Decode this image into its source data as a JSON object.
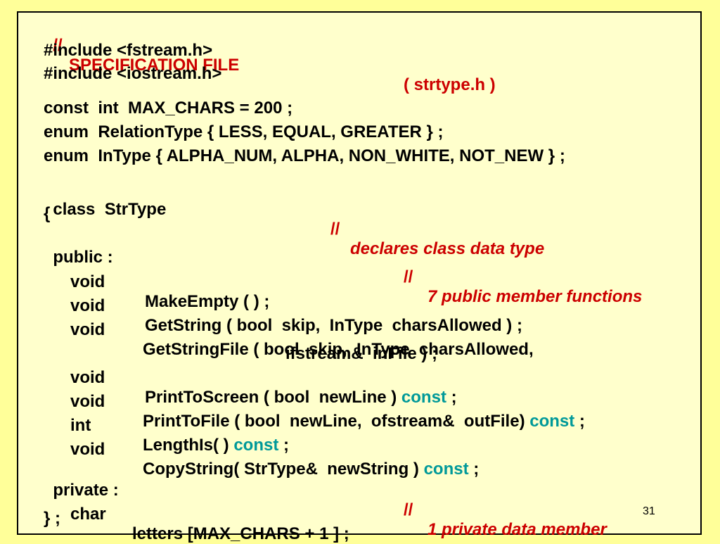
{
  "code": {
    "l1": {
      "slash": "//",
      "title": "SPECIFICATION FILE",
      "file": "( strtype.h )"
    },
    "l2": "#include <fstream.h>",
    "l3": "#include <iostream.h>",
    "l4": "const  int  MAX_CHARS = 200 ;",
    "l5": "enum  RelationType { LESS, EQUAL, GREATER } ;",
    "l6": "enum  InType { ALPHA_NUM, ALPHA, NON_WHITE, NOT_NEW } ;",
    "l7": {
      "code": "class  StrType",
      "slash": "//",
      "comment": "declares class data type"
    },
    "l8": "{",
    "l9": {
      "code": "public :",
      "slash": "//",
      "comment": "7 public member functions"
    },
    "l10": {
      "type": "void",
      "sig": "MakeEmpty ( ) ;"
    },
    "l11": {
      "type": "void",
      "sig": "GetString ( bool  skip,  InType  charsAllowed ) ;"
    },
    "l12": {
      "type": "void",
      "sig": "GetStringFile ( bool  skip,  InType  charsAllowed,"
    },
    "l13": "ifstream&  inFile ) ;",
    "l14": {
      "type": "void",
      "sig": "PrintToScreen ( bool  newLine )",
      "kw": "const",
      "end": ";"
    },
    "l15": {
      "type": "void",
      "sig": "PrintToFile ( bool  newLine,  ofstream&  outFile)",
      "kw": "const",
      "end": ";"
    },
    "l16": {
      "type": "int",
      "sig": "LengthIs( )",
      "kw": "const",
      "end": ";"
    },
    "l17": {
      "type": "void",
      "sig": "CopyString( StrType&  newString )",
      "kw": "const",
      "end": ";"
    },
    "l18": {
      "code": "private :",
      "slash": "//",
      "comment": "1 private data member"
    },
    "l19": {
      "type": "char",
      "sig": "letters [MAX_CHARS + 1 ] ;"
    },
    "l20": "} ;"
  },
  "page_number": "31",
  "colors": {
    "background": "#ffff99",
    "panel": "#ffffcc",
    "comment": "#cc0000",
    "keyword": "#009999"
  }
}
